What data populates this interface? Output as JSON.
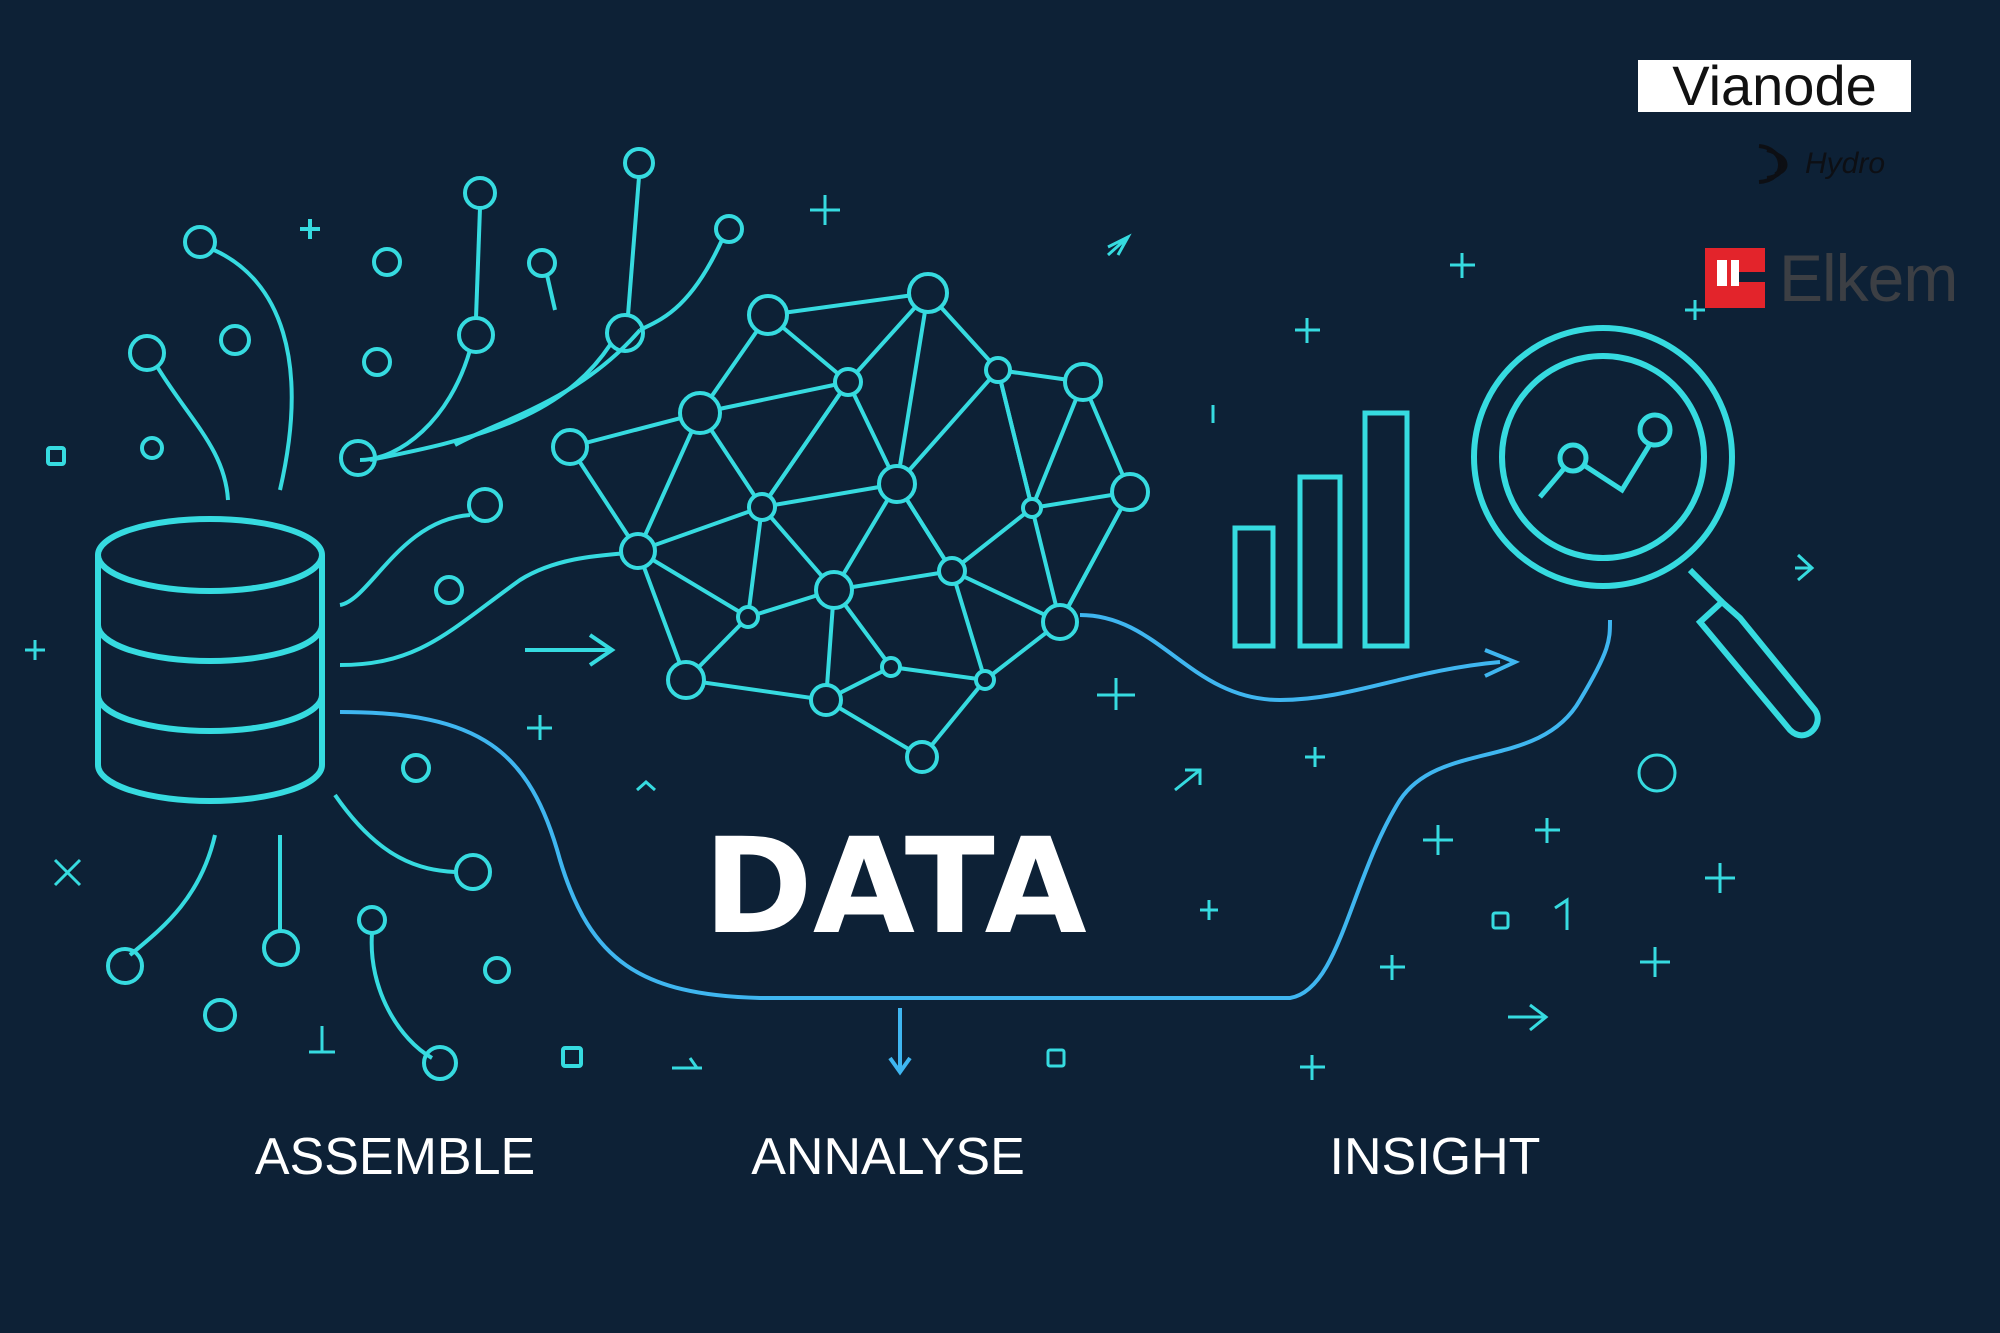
{
  "diagram": {
    "title": "DATA",
    "stages": [
      "ASSEMBLE",
      "ANNALYSE",
      "INSIGHT"
    ]
  },
  "logos": {
    "vianode": "Vianode",
    "hydro": "Hydro",
    "elkem": "Elkem"
  },
  "colors": {
    "background": "#0d2136",
    "line_cyan": "#36dbe0",
    "line_blue": "#3fb6f0",
    "text": "#ffffff",
    "elkem_red": "#e3242b"
  },
  "icons": [
    "database-icon",
    "network-graph-icon",
    "bar-chart-icon",
    "magnifier-trend-icon"
  ]
}
